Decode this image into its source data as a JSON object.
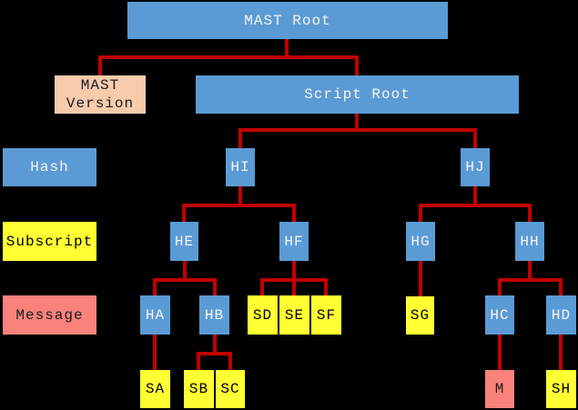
{
  "diagram_type": "tree",
  "nodes": {
    "mast_root": "MAST Root",
    "mast_version": "MAST Version",
    "script_root": "Script Root",
    "hi": "HI",
    "hj": "HJ",
    "he": "HE",
    "hf": "HF",
    "hg": "HG",
    "hh": "HH",
    "ha": "HA",
    "hb": "HB",
    "sd": "SD",
    "se": "SE",
    "sf": "SF",
    "sg": "SG",
    "hc": "HC",
    "hd": "HD",
    "sa": "SA",
    "sb": "SB",
    "sc": "SC",
    "m": "M",
    "sh": "SH"
  },
  "row_labels": {
    "hash": "Hash",
    "subscript": "Subscript",
    "message": "Message"
  },
  "structure": {
    "MAST Root": [
      "MAST Version",
      "Script Root"
    ],
    "Script Root": [
      "HI",
      "HJ"
    ],
    "HI": [
      "HE",
      "HF"
    ],
    "HJ": [
      "HG",
      "HH"
    ],
    "HE": [
      "HA",
      "HB"
    ],
    "HF": [
      "SD",
      "SE",
      "SF"
    ],
    "HG": [
      "SG"
    ],
    "HH": [
      "HC",
      "HD"
    ],
    "HA": [
      "SA"
    ],
    "HB": [
      "SB",
      "SC"
    ],
    "HC": [
      "M"
    ],
    "HD": [
      "SH"
    ]
  },
  "node_categories": {
    "hash_color": "#5b9bd5",
    "subscript_color": "#ffff33",
    "message_color": "#f9827b",
    "version_color": "#f8cbad"
  },
  "colors": {
    "background": "#000000",
    "connector": "#c00000",
    "text_on_blue": "#f5f5f5",
    "text_on_light": "#000000"
  }
}
